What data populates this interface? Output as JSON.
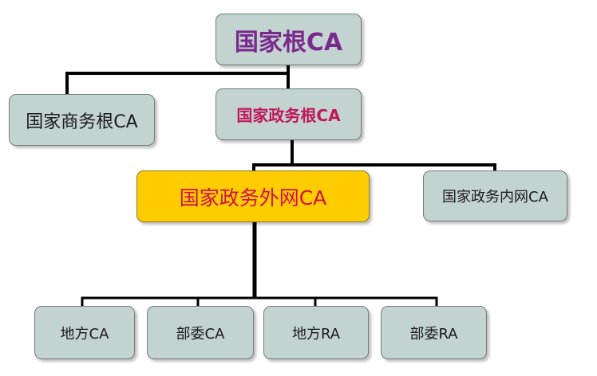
{
  "diagram": {
    "nodes": {
      "root": "国家根CA",
      "commerce": "国家商务根CA",
      "gov_root": "国家政务根CA",
      "gov_external": "国家政务外网CA",
      "gov_internal": "国家政务内网CA",
      "local_ca": "地方CA",
      "ministry_ca": "部委CA",
      "local_ra": "地方RA",
      "ministry_ra": "部委RA"
    },
    "edges": [
      [
        "国家根CA",
        "国家商务根CA"
      ],
      [
        "国家根CA",
        "国家政务根CA"
      ],
      [
        "国家政务根CA",
        "国家政务外网CA"
      ],
      [
        "国家政务根CA",
        "国家政务内网CA"
      ],
      [
        "国家政务外网CA",
        "地方CA"
      ],
      [
        "国家政务外网CA",
        "部委CA"
      ],
      [
        "国家政务外网CA",
        "地方RA"
      ],
      [
        "国家政务外网CA",
        "部委RA"
      ]
    ],
    "colors": {
      "node_fill": "#c3d3d0",
      "highlight_fill": "#ffcc00",
      "root_text": "#7a2a8c",
      "gov_root_text": "#c0175a",
      "external_text": "#d0104a",
      "connector": "#000000"
    }
  }
}
